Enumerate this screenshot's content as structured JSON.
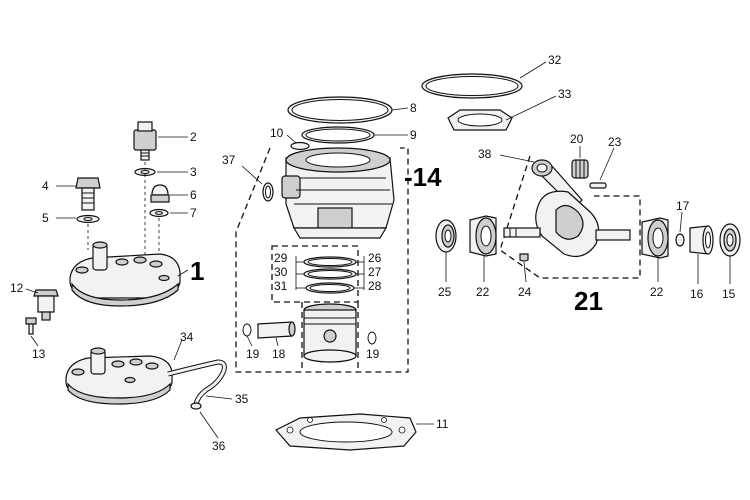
{
  "labels": {
    "l1": "1",
    "l2": "2",
    "l3": "3",
    "l4": "4",
    "l5": "5",
    "l6": "6",
    "l7": "7",
    "l8": "8",
    "l9": "9",
    "l10": "10",
    "l11": "11",
    "l12": "12",
    "l13": "13",
    "l14": "-14",
    "l15": "15",
    "l16": "16",
    "l17": "17",
    "l18": "18",
    "l19a": "19",
    "l19b": "19",
    "l20": "20",
    "l21": "21",
    "l22a": "22",
    "l22b": "22",
    "l23": "23",
    "l24": "24",
    "l25": "25",
    "l26": "26",
    "l27": "27",
    "l28": "28",
    "l29": "29",
    "l30": "30",
    "l31": "31",
    "l32": "32",
    "l33": "33",
    "l34": "34",
    "l35": "35",
    "l36": "36",
    "l37": "37",
    "l38": "38"
  }
}
